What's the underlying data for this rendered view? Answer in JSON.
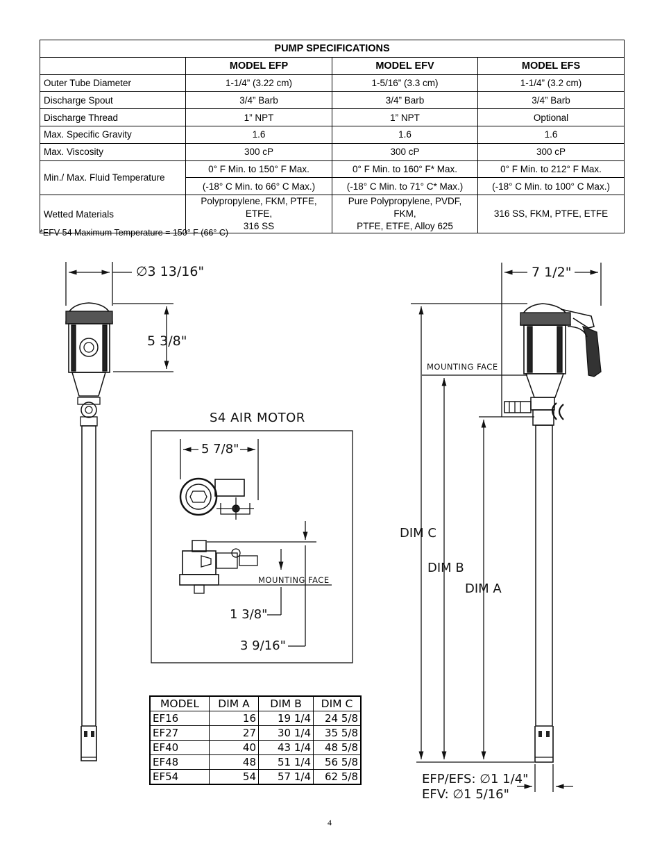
{
  "spec": {
    "title": "PUMP SPECIFICATIONS",
    "headers": [
      "",
      "MODEL EFP",
      "MODEL EFV",
      "MODEL EFS"
    ],
    "rows": [
      {
        "label": "Outer Tube Diameter",
        "efp": "1-1/4” (3.22 cm)",
        "efv": "1-5/16” (3.3 cm)",
        "efs": "1-1/4” (3.2 cm)"
      },
      {
        "label": "Discharge Spout",
        "efp": "3/4” Barb",
        "efv": "3/4” Barb",
        "efs": "3/4” Barb"
      },
      {
        "label": "Discharge Thread",
        "efp": "1” NPT",
        "efv": "1” NPT",
        "efs": "Optional"
      },
      {
        "label": "Max. Specific Gravity",
        "efp": "1.6",
        "efv": "1.6",
        "efs": "1.6"
      },
      {
        "label": "Max. Viscosity",
        "efp": "300 cP",
        "efv": "300 cP",
        "efs": "300 cP"
      }
    ],
    "temp": {
      "label": "Min./ Max. Fluid Temperature",
      "f": {
        "efp": "0° F Min. to 150° F Max.",
        "efv": "0° F Min. to 160° F* Max.",
        "efs": "0° F Min. to 212° F Max."
      },
      "c": {
        "efp": "(-18° C Min. to 66° C Max.)",
        "efv": "(-18° C Min. to 71° C* Max.)",
        "efs": "(-18° C Min. to 100° C Max.)"
      }
    },
    "wetted": {
      "label": "Wetted Materials",
      "efp_1": "Polypropylene, FKM, PTFE, ETFE,",
      "efp_2": "316 SS",
      "efv_1": "Pure Polypropylene, PVDF, FKM,",
      "efv_2": "PTFE, ETFE, Alloy 625",
      "efs": "316 SS, FKM, PTFE, ETFE"
    },
    "footnote": "*EFV-54 Maximum Temperature = 150° F (66° C)"
  },
  "drawing": {
    "dia_top": "∅3 13/16\"",
    "height_head": "5 3/8\"",
    "width_side": "7 1/2\"",
    "mounting_face": "MOUNTING FACE",
    "air_motor_title": "S4 AIR MOTOR",
    "air_width": "5 7/8\"",
    "air_mounting_face": "MOUNTING FACE",
    "air_dim1": "1 3/8\"",
    "air_dim2": "3 9/16\"",
    "dim_c": "DIM C",
    "dim_b": "DIM B",
    "dim_a": "DIM A",
    "tube_efp": "EFP/EFS: ∅1 1/4\"",
    "tube_efv": "EFV: ∅1 5/16\""
  },
  "models": {
    "headers": [
      "MODEL",
      "DIM A",
      "DIM B",
      "DIM C"
    ],
    "rows": [
      [
        "EF16",
        "16",
        "19 1/4",
        "24 5/8"
      ],
      [
        "EF27",
        "27",
        "30 1/4",
        "35 5/8"
      ],
      [
        "EF40",
        "40",
        "43 1/4",
        "48 5/8"
      ],
      [
        "EF48",
        "48",
        "51 1/4",
        "56 5/8"
      ],
      [
        "EF54",
        "54",
        "57 1/4",
        "62 5/8"
      ]
    ]
  },
  "page_number": "4"
}
